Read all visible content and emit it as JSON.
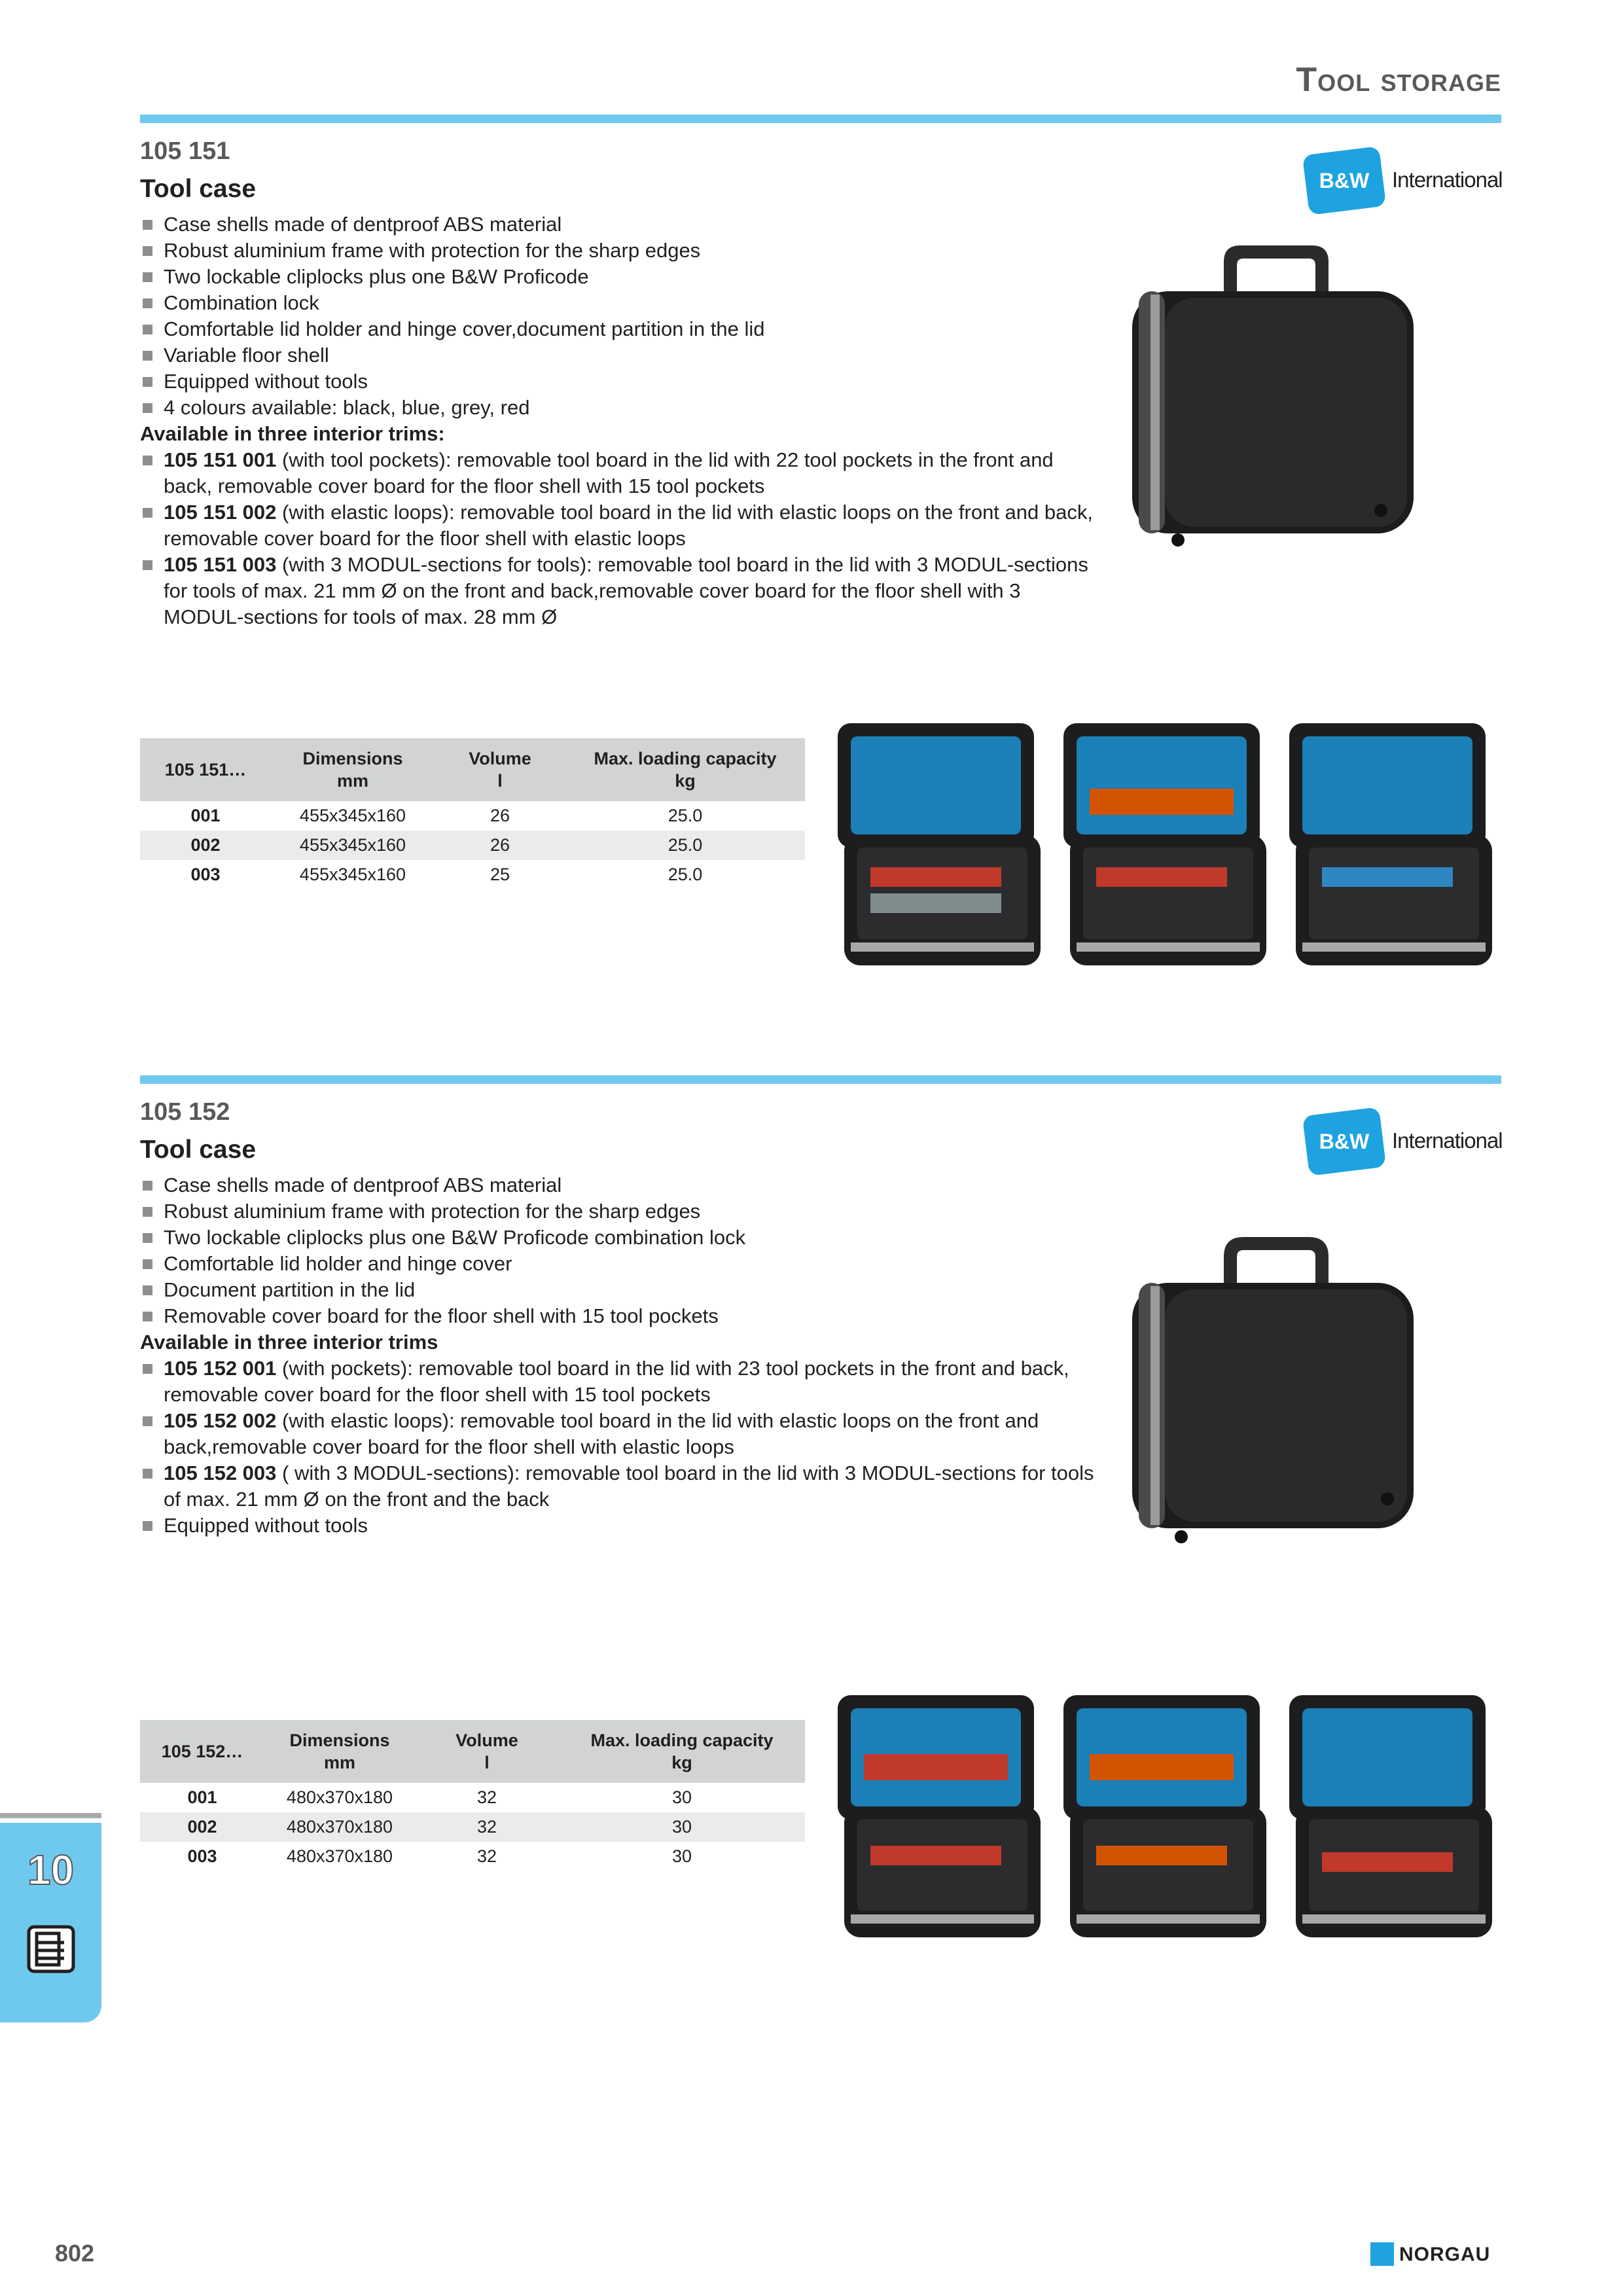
{
  "header": {
    "title": "Tool storage"
  },
  "logo": {
    "box_text": "B&W",
    "text": "International"
  },
  "products": [
    {
      "number": "105 151",
      "title": "Tool case",
      "features": [
        "Case shells made of dentproof ABS material",
        "Robust aluminium frame with protection for the sharp edges",
        "Two lockable cliplocks plus one B&W Proficode",
        "Combination lock",
        "Comfortable lid holder and hinge cover,document partition in the lid",
        "Variable floor shell",
        "Equipped without tools",
        "4 colours available: black, blue, grey, red"
      ],
      "trims_heading": "Available in three interior trims:",
      "trims": [
        {
          "code": "105 151 001",
          "text": " (with tool pockets): removable tool board in the lid with 22 tool pockets in the front and back, removable cover board for the floor shell with 15 tool pockets"
        },
        {
          "code": "105 151 002",
          "text": " (with elastic loops): removable tool board in the lid with elastic loops on the front and back, removable cover board for the floor shell with elastic loops"
        },
        {
          "code": "105 151 003",
          "text": " (with 3 MODUL-sections for tools): removable tool board in the lid with 3 MODUL-sections for tools of max. 21 mm Ø on the front and back,removable cover board for the floor shell with 3 MODUL-sections for tools of max. 28 mm Ø"
        }
      ],
      "table": {
        "headers": [
          "105 151…",
          "Dimensions\nmm",
          "Volume\nl",
          "Max. loading capacity\nkg"
        ],
        "rows": [
          [
            "001",
            "455x345x160",
            "26",
            "25.0"
          ],
          [
            "002",
            "455x345x160",
            "26",
            "25.0"
          ],
          [
            "003",
            "455x345x160",
            "25",
            "25.0"
          ]
        ]
      }
    },
    {
      "number": "105 152",
      "title": "Tool case",
      "features": [
        "Case shells made of dentproof ABS material",
        "Robust aluminium frame with protection for the sharp edges",
        "Two lockable cliplocks plus one B&W Proficode combination lock",
        "Comfortable lid holder and hinge cover",
        "Document partition in the lid",
        "Removable cover board for the floor shell with 15 tool pockets"
      ],
      "trims_heading": "Available in three interior trims",
      "trims": [
        {
          "code": "105 152 001",
          "text": " (with pockets): removable tool board in the lid with 23 tool pockets in the front and back, removable cover board for the floor shell with 15 tool pockets"
        },
        {
          "code": "105 152 002",
          "text": " (with elastic loops): removable tool board in the lid with elastic loops on the front and back,removable cover board for the floor shell with elastic loops"
        },
        {
          "code": "105 152 003",
          "text": " ( with 3 MODUL-sections): removable tool board in the lid with 3 MODUL-sections for tools of max. 21 mm Ø on the front and the back"
        }
      ],
      "extra_feature": "Equipped without tools",
      "table": {
        "headers": [
          "105 152…",
          "Dimensions\nmm",
          "Volume\nl",
          "Max. loading capacity\nkg"
        ],
        "rows": [
          [
            "001",
            "480x370x180",
            "32",
            "30"
          ],
          [
            "002",
            "480x370x180",
            "32",
            "30"
          ],
          [
            "003",
            "480x370x180",
            "32",
            "30"
          ]
        ]
      }
    }
  ],
  "side_tab": {
    "chapter": "10",
    "icon": "tool-cabinet-icon"
  },
  "footer": {
    "page_number": "802",
    "brand": "NORGAU"
  },
  "colors": {
    "accent": "#6fc9ee",
    "brand_blue": "#1fa3e0",
    "header_grey": "#d1d3d4"
  }
}
